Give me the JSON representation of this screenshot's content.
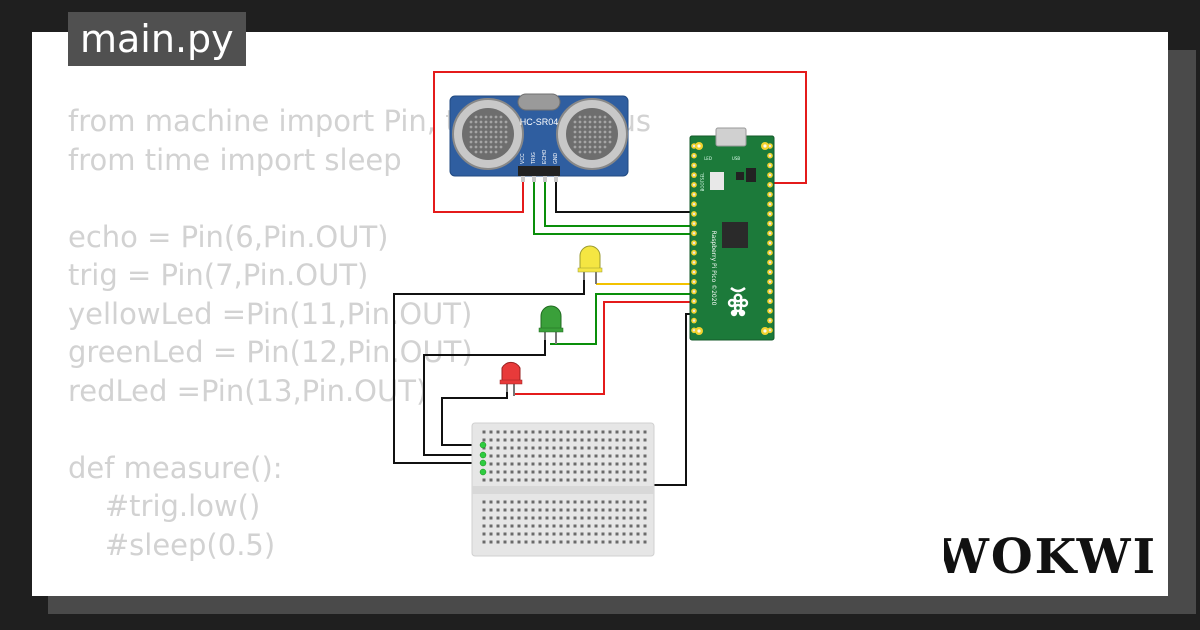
{
  "tab": {
    "filename": "main.py"
  },
  "code_lines": [
    "from machine import Pin, time_pulse_us",
    "from time import sleep",
    "",
    "echo = Pin(6,Pin.OUT)",
    "trig = Pin(7,Pin.OUT)",
    "yellowLed =Pin(11,Pin.OUT)",
    "greenLed = Pin(12,Pin.OUT)",
    "redLed =Pin(13,Pin.OUT)",
    "",
    "def measure():",
    "    #trig.low()",
    "    #sleep(0.5)"
  ],
  "sensor": {
    "label": "HC-SR04",
    "pins": [
      "VCC",
      "TRIG",
      "ECHO",
      "GND"
    ]
  },
  "pico": {
    "silkscreen": "Raspberry Pi Pico ©2020",
    "bootsel": "BOOTSEL",
    "usb": "USB",
    "led": "LED"
  },
  "leds": [
    {
      "color_name": "yellow",
      "color": "#f5e642"
    },
    {
      "color_name": "green",
      "color": "#3aa03a"
    },
    {
      "color_name": "red",
      "color": "#e83a3a"
    }
  ],
  "wire_colors": {
    "power": "#e41b1b",
    "ground": "#111111",
    "signal": "#0a8f0a",
    "yellow": "#f2c200"
  },
  "brand": {
    "name": "WOKWI"
  }
}
